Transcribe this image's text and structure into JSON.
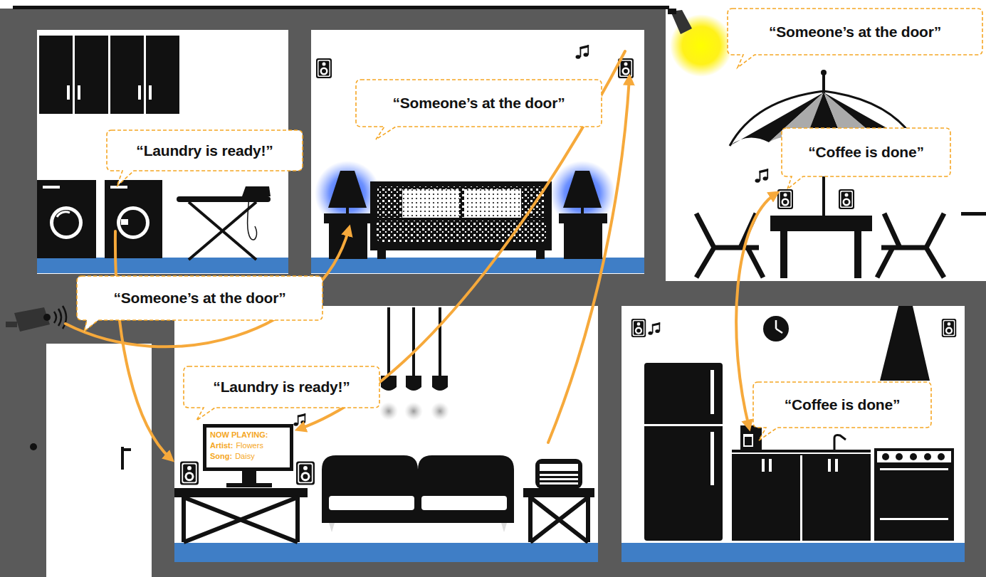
{
  "diagram": {
    "nodes": [
      {
        "text": [
          "“Laundry is ready!”"
        ]
      },
      {
        "text": [
          "“Someone’s at the door”"
        ]
      },
      {
        "text": [
          "“Someone’s at the door”"
        ]
      },
      {
        "text": [
          "“Coffee is done”"
        ]
      },
      {
        "text": [
          "“Someone’s at the door”"
        ]
      },
      {
        "text": [
          "“Laundry is ready!”"
        ]
      },
      {
        "text": [
          "NOW PLAYING:",
          "Artist:",
          "Flowers",
          "Song:",
          "Daisy"
        ]
      },
      {
        "text": [
          "“Coffee is done”"
        ]
      }
    ]
  }
}
